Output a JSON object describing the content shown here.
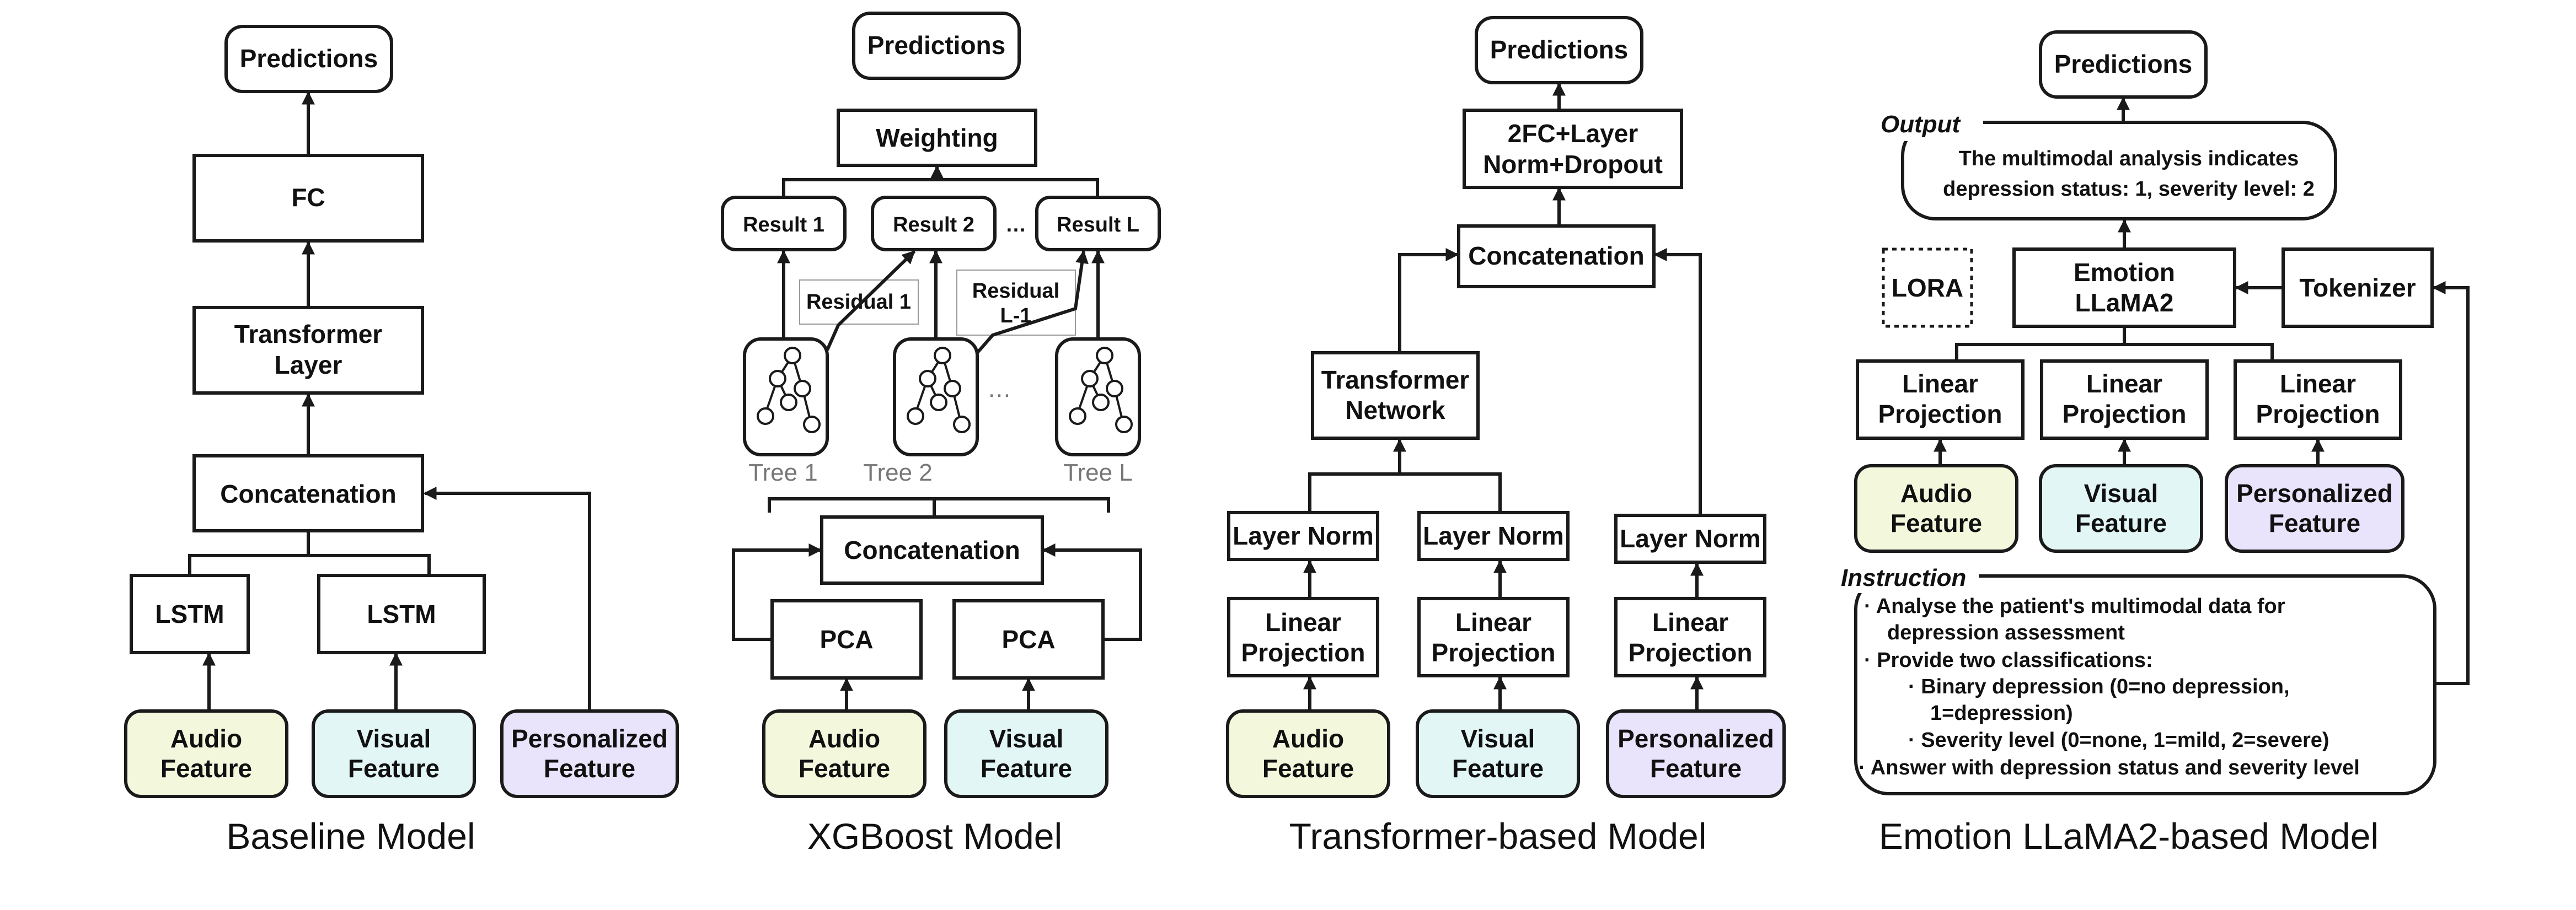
{
  "titles": {
    "baseline": "Baseline Model",
    "xgboost": "XGBoost Model",
    "transformer": "Transformer-based Model",
    "llama": "Emotion LLaMA2-based Model"
  },
  "baseline": {
    "predictions": "Predictions",
    "fc": "FC",
    "transformer_layer": [
      "Transformer",
      "Layer"
    ],
    "concatenation": "Concatenation",
    "lstm": "LSTM",
    "audio": [
      "Audio",
      "Feature"
    ],
    "visual": [
      "Visual",
      "Feature"
    ],
    "personalized": [
      "Personalized",
      "Feature"
    ]
  },
  "xgboost": {
    "predictions": "Predictions",
    "weighting": "Weighting",
    "result1": "Result 1",
    "result2": "Result 2",
    "resultL": "Result L",
    "ellipsis": "…",
    "residual1": "Residual 1",
    "residualL": [
      "Residual",
      "L-1"
    ],
    "tree1": "Tree 1",
    "tree2": "Tree 2",
    "treeL": "Tree L",
    "concatenation": "Concatenation",
    "pca": "PCA",
    "audio": [
      "Audio",
      "Feature"
    ],
    "visual": [
      "Visual",
      "Feature"
    ]
  },
  "transformer": {
    "predictions": "Predictions",
    "fc": [
      "2FC+Layer",
      "Norm+Dropout"
    ],
    "concatenation": "Concatenation",
    "network": [
      "Transformer",
      "Network"
    ],
    "layer_norm": "Layer Norm",
    "linear": [
      "Linear",
      "Projection"
    ],
    "audio": [
      "Audio",
      "Feature"
    ],
    "visual": [
      "Visual",
      "Feature"
    ],
    "personalized": [
      "Personalized",
      "Feature"
    ]
  },
  "llama": {
    "predictions": "Predictions",
    "output_tag": "Output",
    "output_text": [
      "The multimodal analysis indicates",
      "depression status: 1, severity level: 2"
    ],
    "lora": "LORA",
    "emotion": [
      "Emotion",
      "LLaMA2"
    ],
    "tokenizer": "Tokenizer",
    "linear": [
      "Linear",
      "Projection"
    ],
    "audio": [
      "Audio",
      "Feature"
    ],
    "visual": [
      "Visual",
      "Feature"
    ],
    "personalized": [
      "Personalized",
      "Feature"
    ],
    "instruction_tag": "Instruction",
    "instruction_lines": [
      "·  Analyse the patient's multimodal data for",
      "depression assessment",
      "·  Provide two classifications:",
      "·  Binary depression (0=no depression,",
      "1=depression)",
      "·  Severity level (0=none, 1=mild, 2=severe)",
      "·  Answer with depression status and severity level"
    ]
  },
  "colors": {
    "audio": "#f3f7dc",
    "visual": "#e3f6f6",
    "personalized": "#e9e4fb"
  }
}
